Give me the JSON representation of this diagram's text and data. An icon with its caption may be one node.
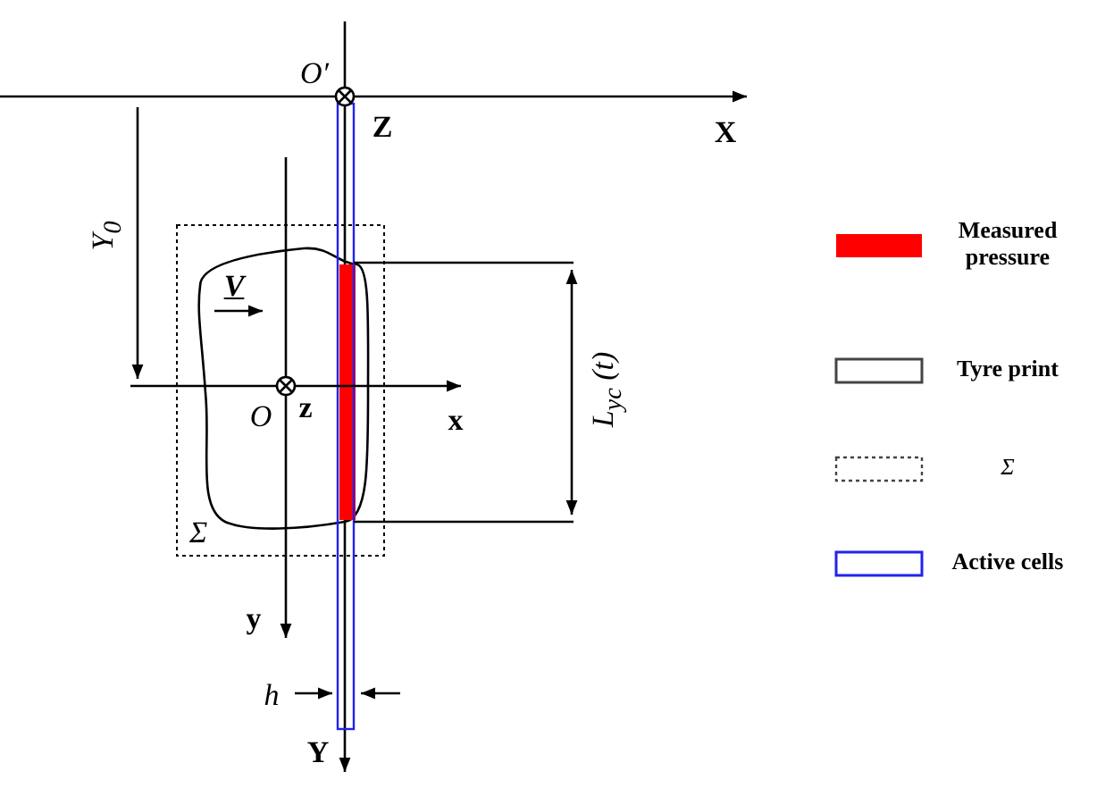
{
  "diagram": {
    "labels": [
      "O′",
      "Z",
      "X",
      "Y$_{0}$",
      "V",
      "L$_{yc}$ (t)",
      "O",
      "z",
      "x",
      "Σ",
      "y",
      "h",
      "Y"
    ],
    "legend": [
      {
        "text": "Measured pressure",
        "color": "#ff0000"
      },
      {
        "text": "Tyre print"
      },
      {
        "text": "Σ"
      },
      {
        "text": "Active cells"
      }
    ]
  }
}
